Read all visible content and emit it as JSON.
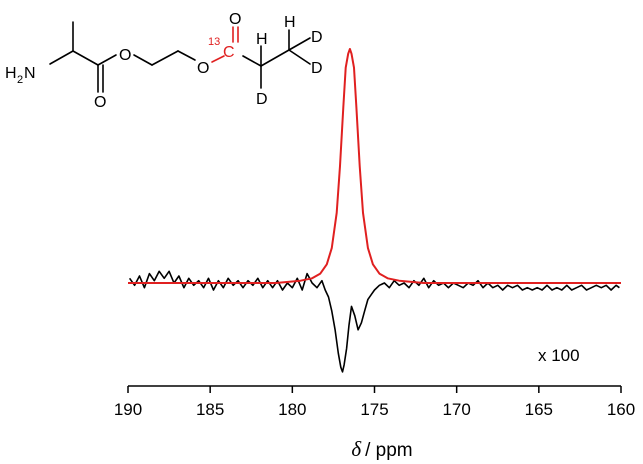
{
  "chart_data": {
    "type": "line",
    "xlabel_symbol": "δ",
    "xlabel_unit": "/ ppm",
    "xlim": [
      190,
      160
    ],
    "x_ticks": [
      190,
      185,
      180,
      175,
      170,
      165,
      160
    ],
    "x_tick_labels": [
      "190",
      "185",
      "180",
      "175",
      "170",
      "165",
      "160"
    ],
    "annotation": "x 100",
    "series": [
      {
        "color": "#e02020",
        "baseline": 0,
        "points": [
          [
            190.0,
            0.0
          ],
          [
            185.0,
            0.0
          ],
          [
            181.0,
            0.0
          ],
          [
            179.5,
            0.01
          ],
          [
            178.8,
            0.02
          ],
          [
            178.3,
            0.04
          ],
          [
            177.9,
            0.08
          ],
          [
            177.6,
            0.15
          ],
          [
            177.3,
            0.3
          ],
          [
            177.1,
            0.5
          ],
          [
            176.9,
            0.75
          ],
          [
            176.75,
            0.92
          ],
          [
            176.6,
            0.98
          ],
          [
            176.5,
            1.0
          ],
          [
            176.4,
            0.98
          ],
          [
            176.25,
            0.92
          ],
          [
            176.1,
            0.75
          ],
          [
            175.9,
            0.5
          ],
          [
            175.7,
            0.3
          ],
          [
            175.4,
            0.15
          ],
          [
            175.1,
            0.08
          ],
          [
            174.7,
            0.04
          ],
          [
            174.2,
            0.02
          ],
          [
            173.5,
            0.01
          ],
          [
            172.0,
            0.0
          ],
          [
            165.0,
            0.0
          ],
          [
            160.0,
            0.0
          ]
        ]
      },
      {
        "color": "#000000",
        "baseline": 0,
        "points": [
          [
            189.9,
            0.02
          ],
          [
            189.6,
            -0.01
          ],
          [
            189.3,
            0.03
          ],
          [
            189.0,
            -0.02
          ],
          [
            188.7,
            0.04
          ],
          [
            188.4,
            0.01
          ],
          [
            188.1,
            0.05
          ],
          [
            187.8,
            0.02
          ],
          [
            187.5,
            0.05
          ],
          [
            187.2,
            0.0
          ],
          [
            186.9,
            0.03
          ],
          [
            186.6,
            -0.02
          ],
          [
            186.3,
            0.02
          ],
          [
            186.0,
            -0.01
          ],
          [
            185.7,
            0.01
          ],
          [
            185.4,
            -0.02
          ],
          [
            185.1,
            0.02
          ],
          [
            184.8,
            -0.03
          ],
          [
            184.5,
            0.01
          ],
          [
            184.2,
            -0.02
          ],
          [
            183.9,
            0.02
          ],
          [
            183.6,
            -0.01
          ],
          [
            183.3,
            0.01
          ],
          [
            183.0,
            -0.02
          ],
          [
            182.7,
            0.01
          ],
          [
            182.4,
            -0.01
          ],
          [
            182.1,
            0.02
          ],
          [
            181.8,
            -0.02
          ],
          [
            181.5,
            0.01
          ],
          [
            181.2,
            -0.02
          ],
          [
            180.9,
            0.01
          ],
          [
            180.6,
            -0.03
          ],
          [
            180.3,
            0.0
          ],
          [
            180.0,
            -0.02
          ],
          [
            179.7,
            0.02
          ],
          [
            179.4,
            -0.03
          ],
          [
            179.1,
            0.04
          ],
          [
            178.8,
            0.0
          ],
          [
            178.5,
            -0.02
          ],
          [
            178.2,
            0.01
          ],
          [
            178.0,
            -0.03
          ],
          [
            177.8,
            -0.06
          ],
          [
            177.6,
            -0.12
          ],
          [
            177.4,
            -0.2
          ],
          [
            177.2,
            -0.3
          ],
          [
            177.05,
            -0.36
          ],
          [
            176.95,
            -0.38
          ],
          [
            176.85,
            -0.35
          ],
          [
            176.7,
            -0.28
          ],
          [
            176.55,
            -0.18
          ],
          [
            176.4,
            -0.1
          ],
          [
            176.2,
            -0.14
          ],
          [
            176.0,
            -0.2
          ],
          [
            175.8,
            -0.17
          ],
          [
            175.6,
            -0.12
          ],
          [
            175.4,
            -0.07
          ],
          [
            175.2,
            -0.05
          ],
          [
            175.0,
            -0.03
          ],
          [
            174.7,
            -0.01
          ],
          [
            174.4,
            0.0
          ],
          [
            174.1,
            -0.02
          ],
          [
            173.8,
            0.01
          ],
          [
            173.5,
            -0.01
          ],
          [
            173.2,
            0.0
          ],
          [
            172.9,
            -0.02
          ],
          [
            172.6,
            0.01
          ],
          [
            172.3,
            -0.01
          ],
          [
            172.0,
            0.02
          ],
          [
            171.7,
            -0.02
          ],
          [
            171.4,
            0.01
          ],
          [
            171.1,
            -0.01
          ],
          [
            170.8,
            0.0
          ],
          [
            170.5,
            -0.02
          ],
          [
            170.2,
            0.0
          ],
          [
            169.9,
            -0.01
          ],
          [
            169.6,
            -0.02
          ],
          [
            169.3,
            0.0
          ],
          [
            169.0,
            -0.01
          ],
          [
            168.7,
            0.01
          ],
          [
            168.4,
            -0.02
          ],
          [
            168.1,
            0.0
          ],
          [
            167.8,
            -0.02
          ],
          [
            167.5,
            -0.01
          ],
          [
            167.2,
            -0.03
          ],
          [
            166.9,
            -0.01
          ],
          [
            166.6,
            -0.02
          ],
          [
            166.3,
            -0.01
          ],
          [
            166.0,
            -0.03
          ],
          [
            165.7,
            -0.02
          ],
          [
            165.4,
            -0.03
          ],
          [
            165.1,
            -0.02
          ],
          [
            164.8,
            -0.03
          ],
          [
            164.5,
            -0.01
          ],
          [
            164.2,
            -0.03
          ],
          [
            163.9,
            -0.02
          ],
          [
            163.6,
            -0.03
          ],
          [
            163.3,
            -0.01
          ],
          [
            163.0,
            -0.03
          ],
          [
            162.7,
            -0.02
          ],
          [
            162.4,
            -0.01
          ],
          [
            162.1,
            -0.03
          ],
          [
            161.8,
            -0.02
          ],
          [
            161.5,
            -0.01
          ],
          [
            161.2,
            -0.02
          ],
          [
            160.9,
            -0.01
          ],
          [
            160.6,
            -0.03
          ],
          [
            160.3,
            -0.01
          ],
          [
            160.1,
            -0.02
          ]
        ]
      }
    ]
  },
  "molecule": {
    "n_label": "H",
    "n_label_sub": "2",
    "n_label_n": "N",
    "o_labels": [
      "O",
      "O",
      "O",
      "O"
    ],
    "isotope_mass": "13",
    "isotope_atom": "C",
    "h_labels": [
      "H",
      "H"
    ],
    "d_labels": [
      "D",
      "D",
      "D"
    ],
    "red_color": "#e02020"
  }
}
